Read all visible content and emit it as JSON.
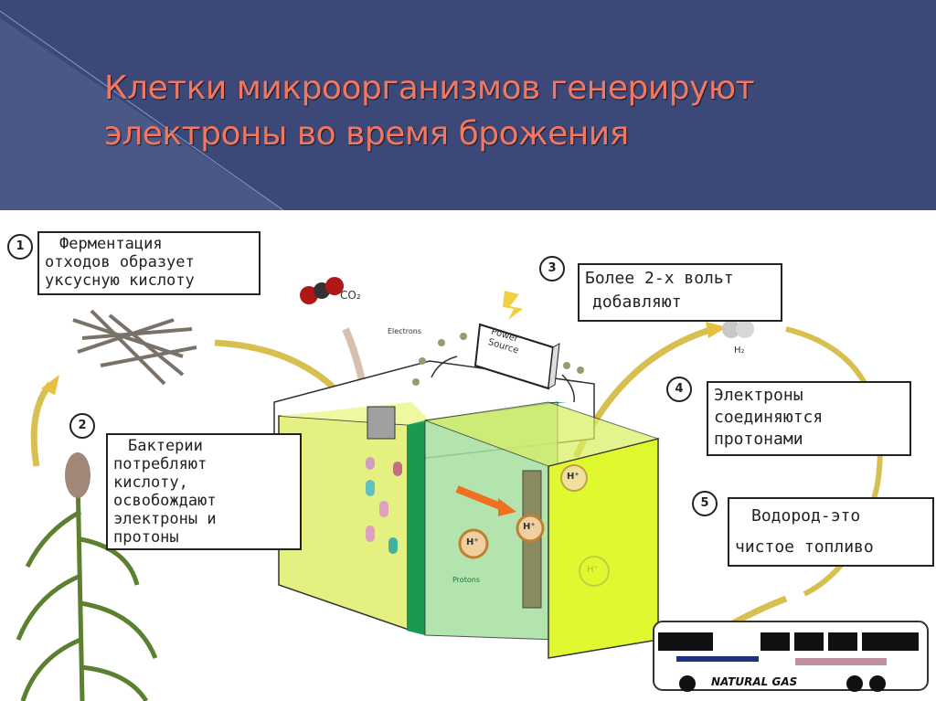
{
  "slide": {
    "title_line1": "Клетки микроорганизмов генерируют",
    "title_line2": "электроны во время брожения",
    "colors": {
      "header_bg": "#3c4878",
      "header_triangle": "#4a5888",
      "title_text": "#f07860",
      "tank_yellow": "#d8f060",
      "membrane_green": "#1a9a50",
      "arrow_gold": "#e0c040"
    }
  },
  "diagram": {
    "steps": [
      {
        "number": "1",
        "lines": [
          "Ферментация",
          "отходов образует",
          "уксусную кислоту"
        ]
      },
      {
        "number": "2",
        "lines": [
          "Бактерии",
          "потребляют",
          "кислоту,",
          "освобождают",
          "электроны и",
          "протоны"
        ]
      },
      {
        "number": "3",
        "lines": [
          "Более 2-х вольт",
          "добавляют"
        ]
      },
      {
        "number": "4",
        "lines": [
          "Электроны",
          "соединяются",
          "протонами"
        ]
      },
      {
        "number": "5",
        "lines": [
          "Водород-это",
          "чистое топливо"
        ]
      }
    ],
    "labels": {
      "co2": "CO₂",
      "electrons": "Electrons",
      "power_source_line1": "Power",
      "power_source_line2": "Source",
      "h2": "H₂",
      "proton_ion": "H⁺",
      "protons": "Protons",
      "bus": "NATURAL GAS"
    }
  }
}
